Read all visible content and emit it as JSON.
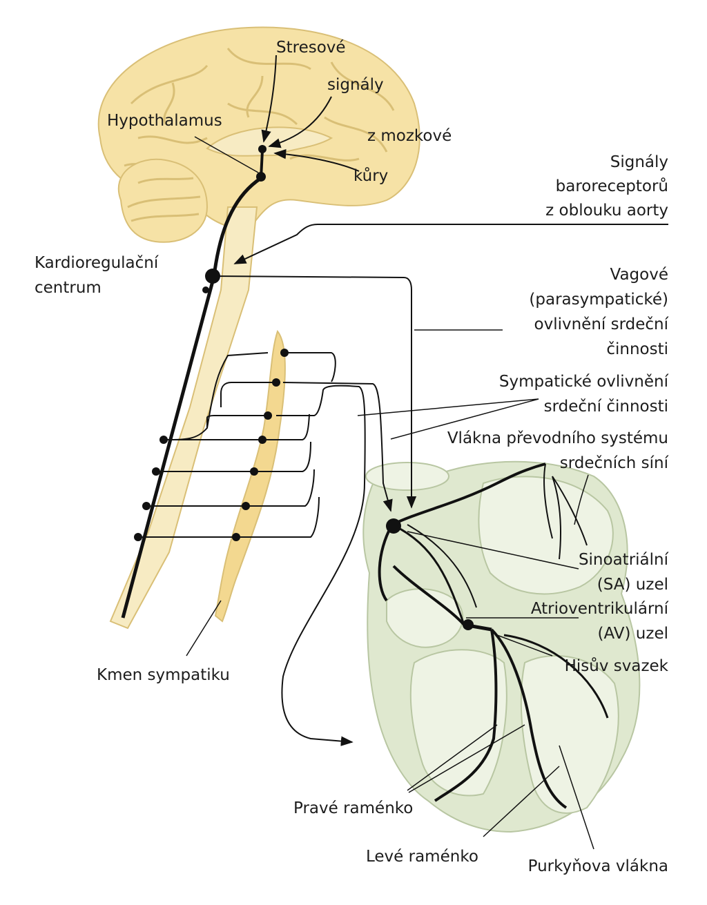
{
  "labels": {
    "stress_1": "Stresové",
    "stress_2": "signály",
    "stress_3": "z mozkové",
    "stress_4": "kůry",
    "hypothalamus": "Hypothalamus",
    "baro_1": "Signály",
    "baro_2": "baroreceptorů",
    "baro_3": "z oblouku aorty",
    "cardio_1": "Kardioregulační",
    "cardio_2": "centrum",
    "vagal_1": "Vagové",
    "vagal_2": "(parasympatické)",
    "vagal_3": "ovlivnění srdeční",
    "vagal_4": "činnosti",
    "symp_1": "Sympatické ovlivnění",
    "symp_2": "srdeční činnosti",
    "atrial_1": "Vlákna převodního systému",
    "atrial_2": "srdečních síní",
    "sa_1": "Sinoatriální",
    "sa_2": "(SA) uzel",
    "av_1": "Atrioventrikulární",
    "av_2": "(AV) uzel",
    "his": "Hisův svazek",
    "trunk": "Kmen sympatiku",
    "right_branch": "Pravé raménko",
    "left_branch": "Levé raménko",
    "purkinje": "Purkyňova vlákna"
  },
  "colors": {
    "brain": "#f6e2a6",
    "brain_outline": "#d9bf76",
    "spine": "#f7ebc3",
    "chain": "#f3d890",
    "heart": "#dfe8cf",
    "heart_outline": "#b8c6a2",
    "nerve": "#111111"
  }
}
